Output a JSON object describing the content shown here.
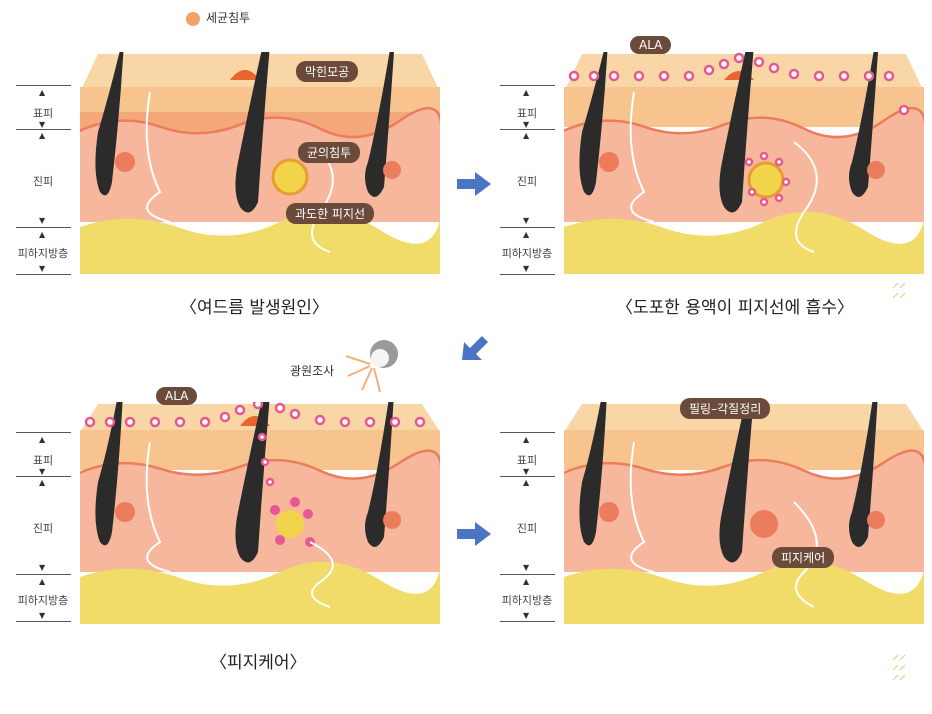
{
  "layers": {
    "epidermis": "표피",
    "dermis": "진피",
    "subcutis": "피하지방층"
  },
  "panel1": {
    "caption": "〈여드름 발생원인〉",
    "bacteria_label": "세균침투",
    "pore_label": "막힌모공",
    "infection_label": "균의침투",
    "sebum_label": "과도한 피지선"
  },
  "panel2": {
    "caption": "〈도포한 용액이 피지선에 흡수〉",
    "ala_label": "ALA"
  },
  "panel3": {
    "caption": "〈피지케어〉",
    "ala_label": "ALA",
    "light_label": "광원조사"
  },
  "panel4": {
    "peel_label": "필링–각질정리",
    "care_label": "피지케어"
  },
  "colors": {
    "epidermis": "#f7c48f",
    "dermis": "#f6b79c",
    "dermis_line": "#ec7d5c",
    "fat": "#f1dc6a",
    "hair": "#2b2b2b",
    "tag": "#6b4a3a",
    "arrow": "#4a74c4",
    "ala_dot": "#e8588f"
  }
}
